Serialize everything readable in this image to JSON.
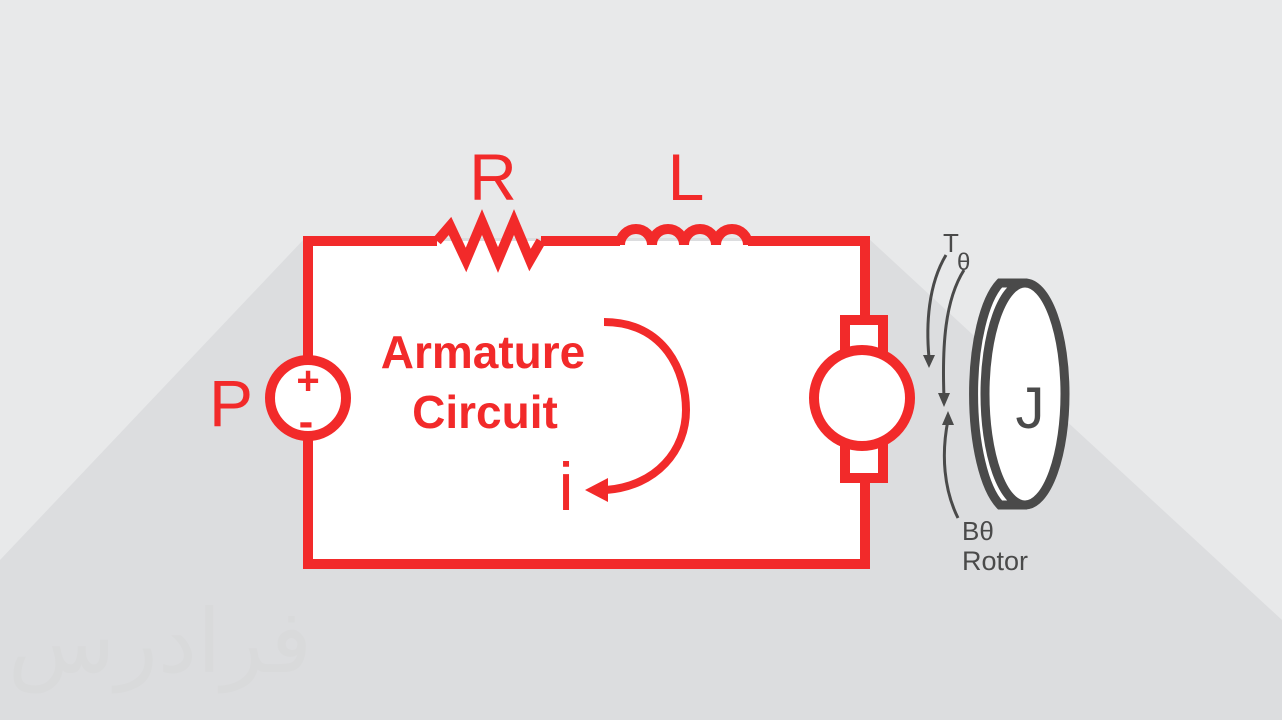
{
  "diagram": {
    "resistor_label": "R",
    "inductor_label": "L",
    "source_label": "P",
    "source_plus": "+",
    "source_minus": "-",
    "circuit_label_line1": "Armature",
    "circuit_label_line2": "Circuit",
    "current_label": "i",
    "torque_label_main": "T",
    "torque_label_sub": "θ",
    "inertia_label": "J",
    "damping_label": "Bθ",
    "rotor_label": "Rotor",
    "colors": {
      "background": "#e8e9ea",
      "shadow": "#dcdddf",
      "circuit": "#f22a2a",
      "rotor": "#4a4a4a",
      "fill": "#ffffff"
    }
  },
  "watermark": {
    "text": "فرادرس"
  }
}
